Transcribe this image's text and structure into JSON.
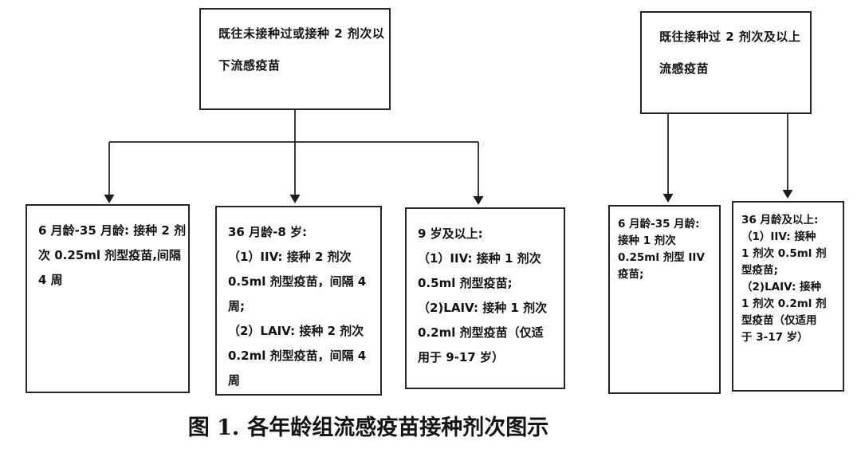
{
  "top_boxes": [
    {
      "lines": [
        "既往未接种过或接种 2 剂次以",
        "下流感疫苗"
      ]
    },
    {
      "lines": [
        "既往接种过 2 剂次及以上",
        "流感疫苗"
      ]
    }
  ],
  "bottom_boxes": [
    {
      "lines": [
        "6 月龄-35 月龄: 接种 2 剂",
        "次 0.25ml 剂型疫苗,间隔",
        "4 周"
      ]
    },
    {
      "lines": [
        "36 月龄-8 岁:",
        "（1）IIV: 接种 2 剂次",
        "0.5ml 剂型疫苗，间隔 4",
        "周;",
        "（2）LAIV: 接种 2 剂次",
        "0.2ml 剂型疫苗，间隔 4",
        "周"
      ]
    },
    {
      "lines": [
        "9 岁及以上:",
        "（1）IIV: 接种 1 剂次",
        "0.5ml 剂型疫苗;",
        "（2)LAIV: 接种 1 剂次",
        "0.2ml 剂型疫苗（仅适",
        "用于 9-17 岁）"
      ]
    },
    {
      "lines": [
        "6 月龄-35 月龄:",
        "接种 1 剂次",
        "0.25ml 剂型 IIV",
        "疫苗;"
      ]
    },
    {
      "lines": [
        "36 月龄及以上:",
        "（1）IIV: 接种",
        "1 剂次 0.5ml 剂",
        "型疫苗;",
        "（2)LAIV: 接种",
        "1 剂次 0.2ml 剂",
        "型疫苗（仅适用",
        "于 3-17 岁）"
      ]
    }
  ],
  "caption": {
    "label": "图 1.",
    "text": "各年龄组流感疫苗接种剂次图示"
  },
  "colors": {
    "line": "#262626",
    "text": "#111111",
    "background": "#ffffff"
  }
}
